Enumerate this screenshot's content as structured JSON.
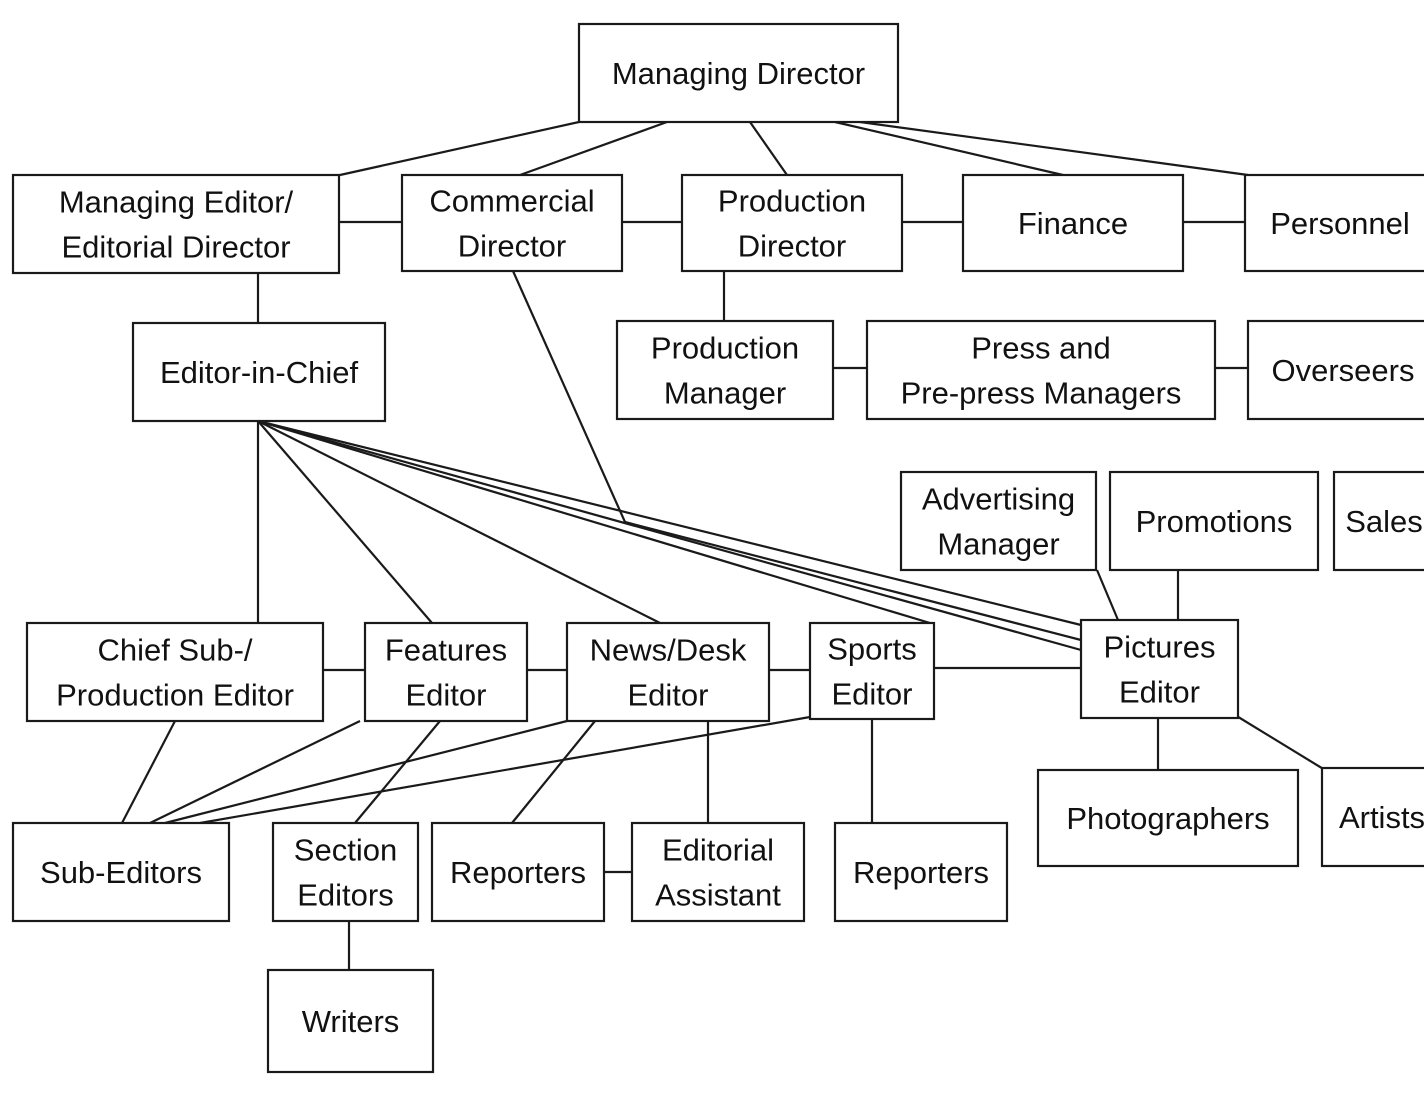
{
  "nodes": {
    "managing_director": [
      "Managing Director"
    ],
    "managing_editor": [
      "Managing Editor/",
      "Editorial Director"
    ],
    "commercial_director": [
      "Commercial",
      "Director"
    ],
    "production_director": [
      "Production",
      "Director"
    ],
    "finance": [
      "Finance"
    ],
    "personnel": [
      "Personnel"
    ],
    "editor_in_chief": [
      "Editor-in-Chief"
    ],
    "production_manager": [
      "Production",
      "Manager"
    ],
    "press_prepress": [
      "Press and",
      "Pre-press Managers"
    ],
    "overseers": [
      "Overseers"
    ],
    "advertising_manager": [
      "Advertising",
      "Manager"
    ],
    "promotions": [
      "Promotions"
    ],
    "sales": [
      "Sales"
    ],
    "chief_sub": [
      "Chief Sub-/",
      "Production Editor"
    ],
    "features_editor": [
      "Features",
      "Editor"
    ],
    "news_desk_editor": [
      "News/Desk",
      "Editor"
    ],
    "sports_editor": [
      "Sports",
      "Editor"
    ],
    "pictures_editor": [
      "Pictures",
      "Editor"
    ],
    "sub_editors": [
      "Sub-Editors"
    ],
    "section_editors": [
      "Section",
      "Editors"
    ],
    "reporters_news": [
      "Reporters"
    ],
    "editorial_assistant": [
      "Editorial",
      "Assistant"
    ],
    "reporters_sports": [
      "Reporters"
    ],
    "photographers": [
      "Photographers"
    ],
    "artists": [
      "Artists"
    ],
    "writers": [
      "Writers"
    ]
  }
}
